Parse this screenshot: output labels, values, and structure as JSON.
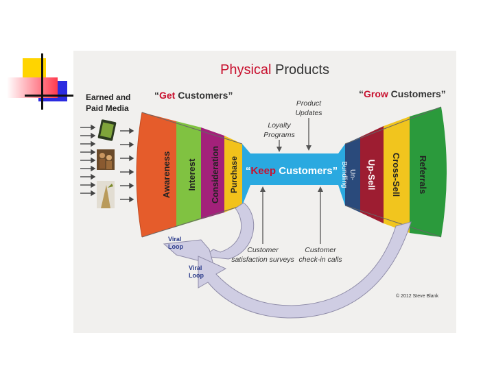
{
  "title": {
    "part1": "Physical",
    "part2": " Products"
  },
  "colors": {
    "accent_red": "#c8102e",
    "awareness": "#e55c2b",
    "interest": "#80c241",
    "consideration": "#a3217a",
    "purchase": "#f2c21b",
    "keep": "#2aa9e0",
    "unbundling": "#2a4a7b",
    "upsell": "#9d1d31",
    "crosssell": "#f1c51e",
    "referrals": "#2b9a3c",
    "loop": "#cfcde3"
  },
  "left_block": {
    "line1": "Earned and",
    "line2": "Paid Media"
  },
  "get_customers": {
    "q1": "“",
    "get": "Get",
    "rest": " Customers”"
  },
  "grow_customers": {
    "q1": "“",
    "grow": "Grow",
    "rest": " Customers”"
  },
  "keep_customers": {
    "q1": "“",
    "keep": "Keep",
    "rest": " Customers”"
  },
  "stages_left": [
    "Awareness",
    "Interest",
    "Consideration",
    "Purchase"
  ],
  "stages_right": {
    "unbundling_1": "Un-",
    "unbundling_2": "Bundling",
    "upsell": "Up-Sell",
    "crosssell": "Cross-Sell",
    "referrals": "Referrals"
  },
  "annotations": {
    "product_updates_1": "Product",
    "product_updates_2": "Updates",
    "loyalty_1": "Loyalty",
    "loyalty_2": "Programs",
    "surveys_1": "Customer",
    "surveys_2": "satisfaction surveys",
    "checkin_1": "Customer",
    "checkin_2": "check-in calls",
    "viral1_1": "Viral",
    "viral1_2": "Loop",
    "viral2_1": "Viral",
    "viral2_2": "Loop"
  },
  "copyright": "© 2012 Steve Blank"
}
